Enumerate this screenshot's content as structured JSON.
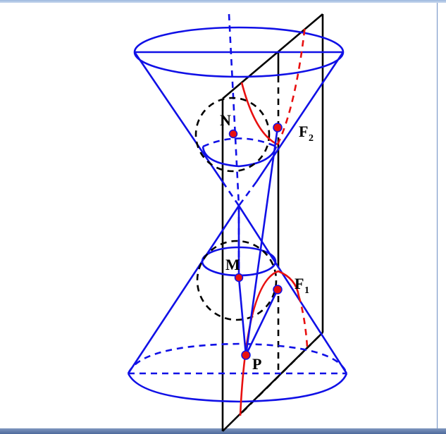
{
  "labels": {
    "N": "N",
    "M": "M",
    "P": "P",
    "F2_main": "F",
    "F2_sub": "2",
    "F1_main": "F",
    "F1_sub": "1"
  },
  "colors": {
    "cone": "#1010e6",
    "plane": "#000000",
    "spheres": "#000000",
    "hyperbola": "#e81010",
    "points_fill": "#e81010"
  }
}
